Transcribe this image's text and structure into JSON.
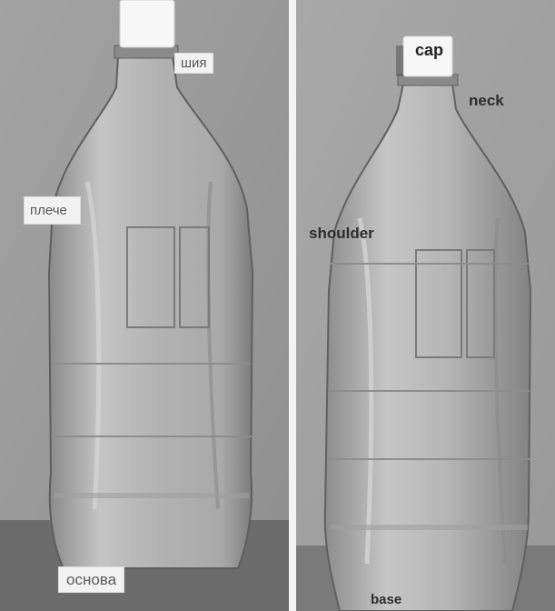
{
  "colors": {
    "background": "#9c9c9c",
    "floor": "#6e6e6e",
    "bottle_fill": "#b9b9b9",
    "bottle_edge": "#5f5f5f",
    "cap": "#f7f7f7",
    "label_box": "#f2f2f2"
  },
  "left_panel": {
    "labels": {
      "neck": "шия",
      "shoulder": "плече",
      "base": "основа"
    }
  },
  "right_panel": {
    "labels": {
      "cap": "cap",
      "neck": "neck",
      "shoulder": "shoulder",
      "base": "base"
    }
  }
}
